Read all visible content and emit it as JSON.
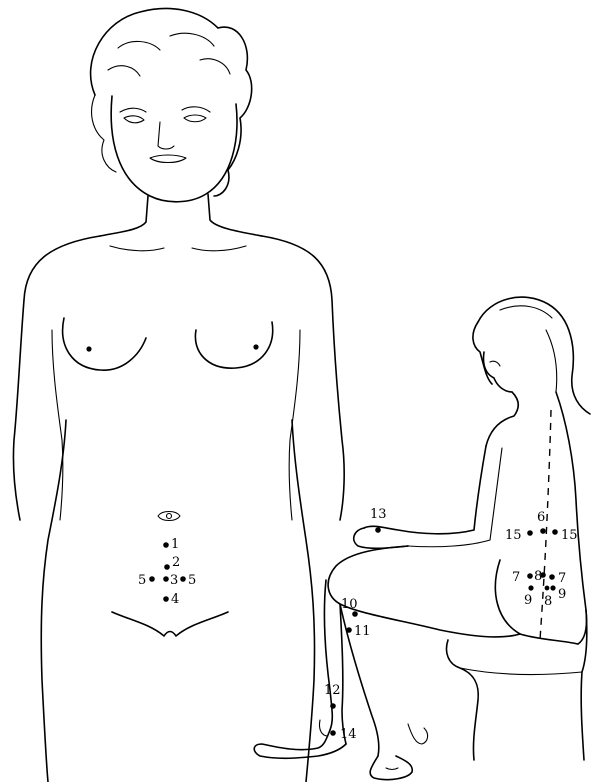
{
  "figures": {
    "front_view": {
      "icon": "standing-female-front-icon"
    },
    "back_view": {
      "icon": "seated-female-back-icon"
    }
  },
  "points": [
    {
      "id": "p1",
      "label": "1"
    },
    {
      "id": "p2",
      "label": "2"
    },
    {
      "id": "p3",
      "label": "3"
    },
    {
      "id": "p4",
      "label": "4"
    },
    {
      "id": "p5l",
      "label": "5"
    },
    {
      "id": "p5r",
      "label": "5"
    },
    {
      "id": "p6",
      "label": "6"
    },
    {
      "id": "p7l",
      "label": "7"
    },
    {
      "id": "p7r",
      "label": "7"
    },
    {
      "id": "p8a",
      "label": "8"
    },
    {
      "id": "p8b",
      "label": "8"
    },
    {
      "id": "p9l",
      "label": "9"
    },
    {
      "id": "p9r",
      "label": "9"
    },
    {
      "id": "p10",
      "label": "10"
    },
    {
      "id": "p11",
      "label": "11"
    },
    {
      "id": "p12",
      "label": "12"
    },
    {
      "id": "p13",
      "label": "13"
    },
    {
      "id": "p14",
      "label": "14"
    },
    {
      "id": "p15l",
      "label": "15"
    },
    {
      "id": "p15r",
      "label": "15"
    }
  ]
}
